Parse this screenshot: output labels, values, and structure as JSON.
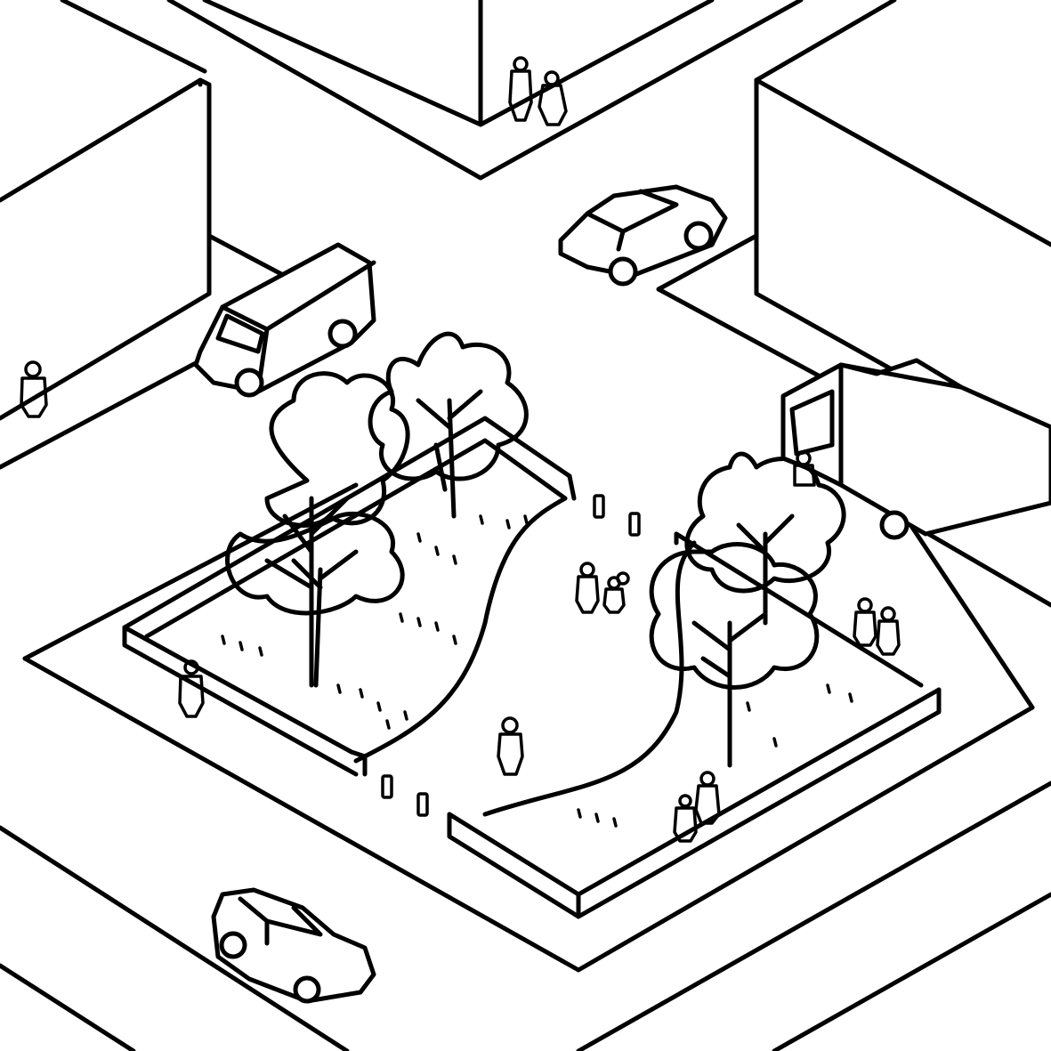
{
  "scene": {
    "stroke_color": "#000000",
    "background_color": "#ffffff",
    "style": "isometric line drawing",
    "elements": {
      "buildings": [
        "building-north",
        "building-west",
        "building-east"
      ],
      "park": [
        "raised-planter-left",
        "raised-planter-right",
        "footpath",
        "bollards"
      ],
      "trees": [
        "tree",
        "tree",
        "tree",
        "tree",
        "tree"
      ],
      "vehicles": [
        "van",
        "car",
        "car",
        "truck"
      ],
      "pedestrian_count": 13
    }
  }
}
